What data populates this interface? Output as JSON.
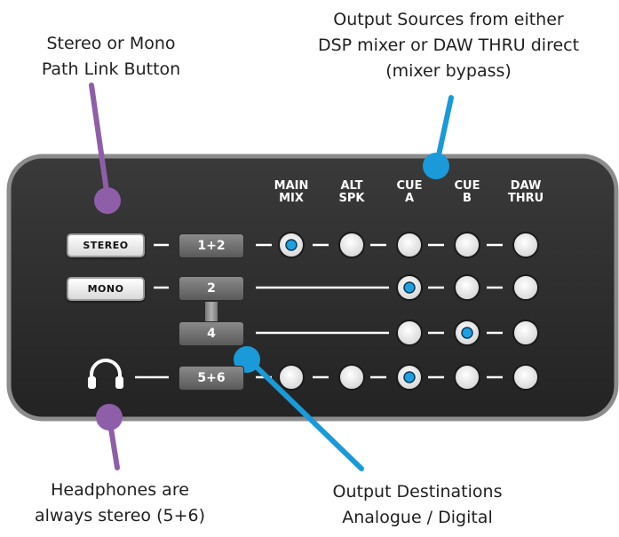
{
  "annotations": {
    "link_button": [
      "Stereo or Mono",
      "Path Link Button"
    ],
    "output_sources": [
      "Output Sources from either",
      "DSP mixer or DAW THRU direct",
      "(mixer bypass)"
    ],
    "headphones": [
      "Headphones are",
      "always stereo (5+6)"
    ],
    "output_destinations": [
      "Output Destinations",
      "Analogue / Digital"
    ]
  },
  "columns": [
    {
      "line1": "MAIN",
      "line2": "MIX"
    },
    {
      "line1": "ALT",
      "line2": "SPK"
    },
    {
      "line1": "CUE",
      "line2": "A"
    },
    {
      "line1": "CUE",
      "line2": "B"
    },
    {
      "line1": "DAW",
      "line2": "THRU"
    }
  ],
  "buttons": {
    "stereo": "STEREO",
    "mono": "MONO"
  },
  "rows": [
    {
      "label": "1+2",
      "selected": "MAIN MIX"
    },
    {
      "label": "2",
      "selected": "CUE A"
    },
    {
      "label": "4",
      "selected": "CUE B"
    },
    {
      "label": "5+6",
      "selected": "CUE A"
    }
  ],
  "colors": {
    "panel": "#2c2c2c",
    "panel_border": "#8a8a8a",
    "select_blue": "#1ea0e0",
    "callout_purple": "#8e5fa8",
    "callout_blue": "#1a9ad8"
  }
}
